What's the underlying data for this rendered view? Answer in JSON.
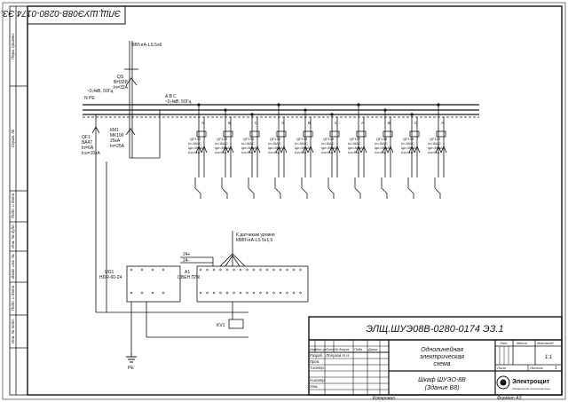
{
  "stamp": {
    "designation": "ЭЛЩ.ШУЭ08В-0280-0174 ЭЗ.1",
    "designation_rotated": "ЭЛЩ.ШУЭ08В-0280-0174 ЭЗ.1",
    "doc_title_lines": [
      "Однолинейная",
      "электрическая",
      "схема"
    ],
    "product_lines": [
      "Шкаф ШУЭО-8В",
      "(Здание В8)"
    ],
    "col_headers": [
      "Изм",
      "Кол.уч",
      "Лист",
      "№ докум.",
      "Подп.",
      "Дата"
    ],
    "roles": [
      "Разраб.",
      "Пров.",
      "Т.контр.",
      "",
      "Н.контр.",
      "Утв."
    ],
    "developer": "Лопухов Н.А.",
    "lit_header": "Лит.",
    "mass_header": "Масса",
    "scale_header": "Масштаб",
    "scale_value": "1:1",
    "sheet_label": "Лист",
    "sheets_label": "Листов",
    "sheets_value": "1",
    "company": "Электрощит",
    "company_sub": "Объединение электрощитовых",
    "copied": "Копировал",
    "format": "Формат  А3"
  },
  "left_strip": [
    "Перв. примен.",
    "Справ. №",
    "Подп. и дата",
    "Инв. № дубл.",
    "Взам. инв. №",
    "Подп. и дата",
    "Инв. № подл."
  ],
  "schematic": {
    "cable_in": "ВВГнгА-LS 5х6",
    "input_breaker": {
      "ref": "QS",
      "model": "ВН32Р",
      "rating": "In=32A"
    },
    "bus_label_left": "N  PE",
    "bus_label_right": "A  B  C",
    "bus_note": "~0,4кВ, 50Гц",
    "qf1": {
      "ref": "QF1",
      "model": "ВА47",
      "lines": [
        "In=6A",
        "Icu=10кА"
      ]
    },
    "km1": {
      "ref": "КМ1",
      "model": "МК100",
      "lines": [
        "25кА",
        "In=25A"
      ]
    },
    "branches": [
      {
        "ref": "QF101",
        "phase": "A"
      },
      {
        "ref": "QF102",
        "phase": "B"
      },
      {
        "ref": "QF103",
        "phase": "C"
      },
      {
        "ref": "QF104",
        "phase": "A"
      },
      {
        "ref": "QF105",
        "phase": "B"
      },
      {
        "ref": "QF106",
        "phase": "C"
      },
      {
        "ref": "QF107",
        "phase": "A"
      },
      {
        "ref": "QF108",
        "phase": "B"
      },
      {
        "ref": "QF109",
        "phase": "C"
      },
      {
        "ref": "QF110",
        "phase": "A"
      }
    ],
    "branch_spec": [
      "In=16A C",
      "Iдн=30mA",
      "Icu=6kA"
    ],
    "sensor_note": "К датчикам уровня",
    "sensor_cable": "КВВГнгА-LS 5х1,5",
    "power_supply": {
      "ref": "UG1",
      "model": "HDR-60-24"
    },
    "controller": {
      "ref": "A1",
      "model": "ОВЕН ПЛК"
    },
    "relay": "KV1",
    "v24_label_1": "24+",
    "v24_label_2": "24-",
    "ground_label": "PE"
  },
  "icons": [
    "ground-icon",
    "logo-icon"
  ]
}
